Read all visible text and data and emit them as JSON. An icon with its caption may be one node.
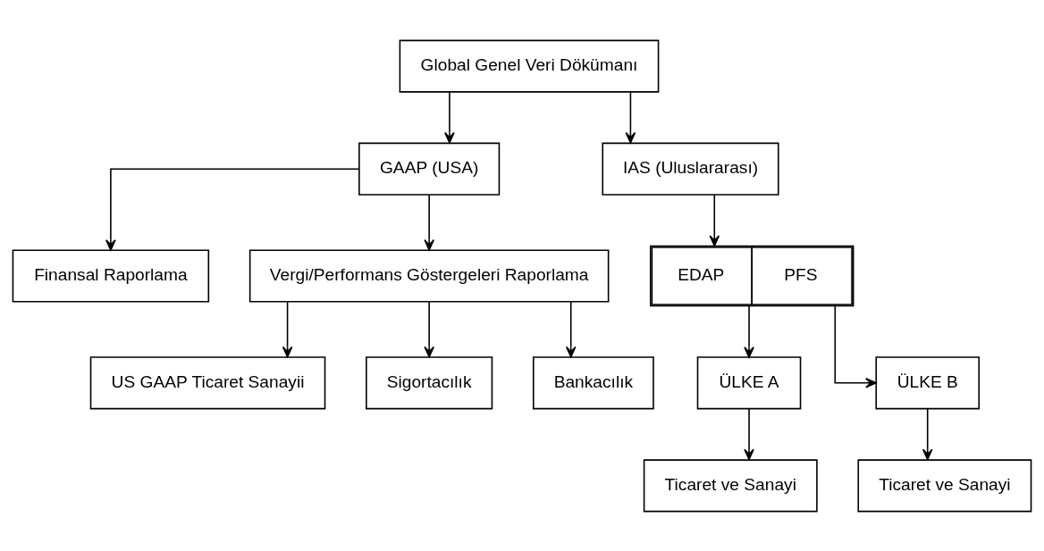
{
  "diagram": {
    "nodes": [
      {
        "text": [
          "Global Genel Veri Dökümanı"
        ]
      },
      {
        "text": [
          "GAAP (USA)"
        ]
      },
      {
        "text": [
          "IAS (Uluslararası)"
        ]
      },
      {
        "text": [
          "Finansal Raporlama"
        ]
      },
      {
        "text": [
          "Vergi/Performans Göstergeleri Raporlama"
        ]
      },
      {
        "text": [
          "US GAAP Ticaret Sanayii"
        ]
      },
      {
        "text": [
          "Sigortacılık"
        ]
      },
      {
        "text": [
          "Bankacılık"
        ]
      },
      {
        "text": [
          "EDAP",
          "PFS"
        ]
      },
      {
        "text": [
          "ÜLKE A"
        ]
      },
      {
        "text": [
          "ÜLKE B"
        ]
      },
      {
        "text": [
          "Ticaret ve Sanayi"
        ]
      },
      {
        "text": [
          "Ticaret ve Sanayi"
        ]
      }
    ],
    "edges": [
      {
        "from": 0,
        "to": 1,
        "arrow": "to"
      },
      {
        "from": 0,
        "to": 2,
        "arrow": "to"
      },
      {
        "from": 1,
        "to": 3,
        "arrow": "to"
      },
      {
        "from": 1,
        "to": 4,
        "arrow": "to"
      },
      {
        "from": 4,
        "to": 5,
        "arrow": "to"
      },
      {
        "from": 4,
        "to": 6,
        "arrow": "to"
      },
      {
        "from": 4,
        "to": 7,
        "arrow": "to"
      },
      {
        "from": 2,
        "to": 8,
        "arrow": "to"
      },
      {
        "from": 8,
        "to": 9,
        "arrow": "to"
      },
      {
        "from": 8,
        "to": 10,
        "arrow": "to"
      },
      {
        "from": 9,
        "to": 11,
        "arrow": "to"
      },
      {
        "from": 10,
        "to": 12,
        "arrow": "to"
      }
    ]
  }
}
